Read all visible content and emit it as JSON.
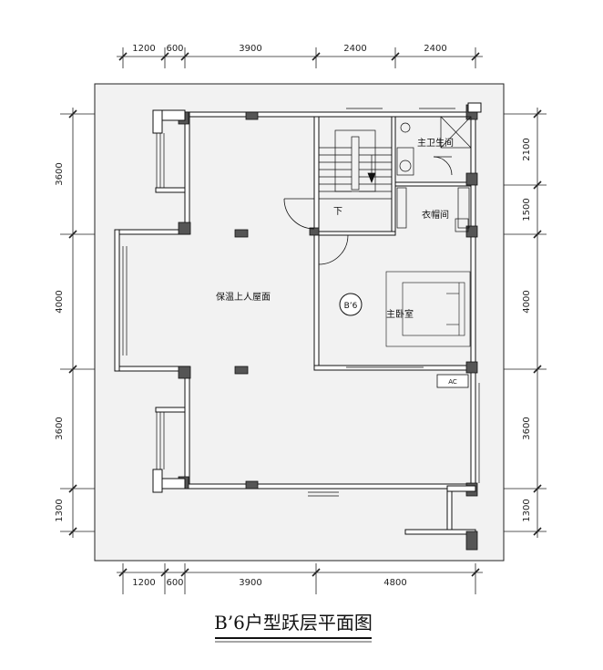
{
  "title": "B’6户型跃层平面图",
  "unit_mark": "B’6",
  "rooms": {
    "master_bath": "主卫生间",
    "closet": "衣帽间",
    "master_bedroom": "主卧室",
    "roof_terrace": "保温上人屋面",
    "stair_down": "下",
    "ac": "AC"
  },
  "dimensions": {
    "top": [
      "1200",
      "600",
      "3900",
      "2400",
      "2400"
    ],
    "bottom": [
      "1200",
      "600",
      "3900",
      "4800"
    ],
    "left": [
      "3600",
      "4000",
      "3600",
      "1300"
    ],
    "right": [
      "2100",
      "1500",
      "4000",
      "3600",
      "1300"
    ]
  }
}
